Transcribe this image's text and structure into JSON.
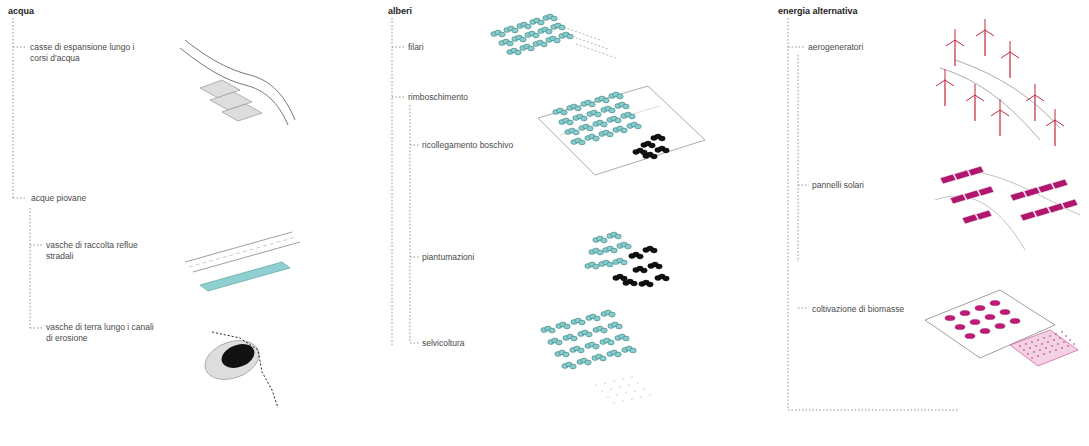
{
  "diagram": {
    "labels": [
      "acqua",
      "casse di espansione lungo i corsi d'acqua",
      "acque piovane",
      "vasche di raccolta reflue stradali",
      "vasche di terra lungo i canali di erosione",
      "alberi",
      "filari",
      "rimboschimento",
      "ricollegamento boschivo",
      "piantumazioni",
      "selvicoltura",
      "energia alternativa",
      "aerogeneratori",
      "pannelli solari",
      "coltivazione di biomasse"
    ]
  }
}
